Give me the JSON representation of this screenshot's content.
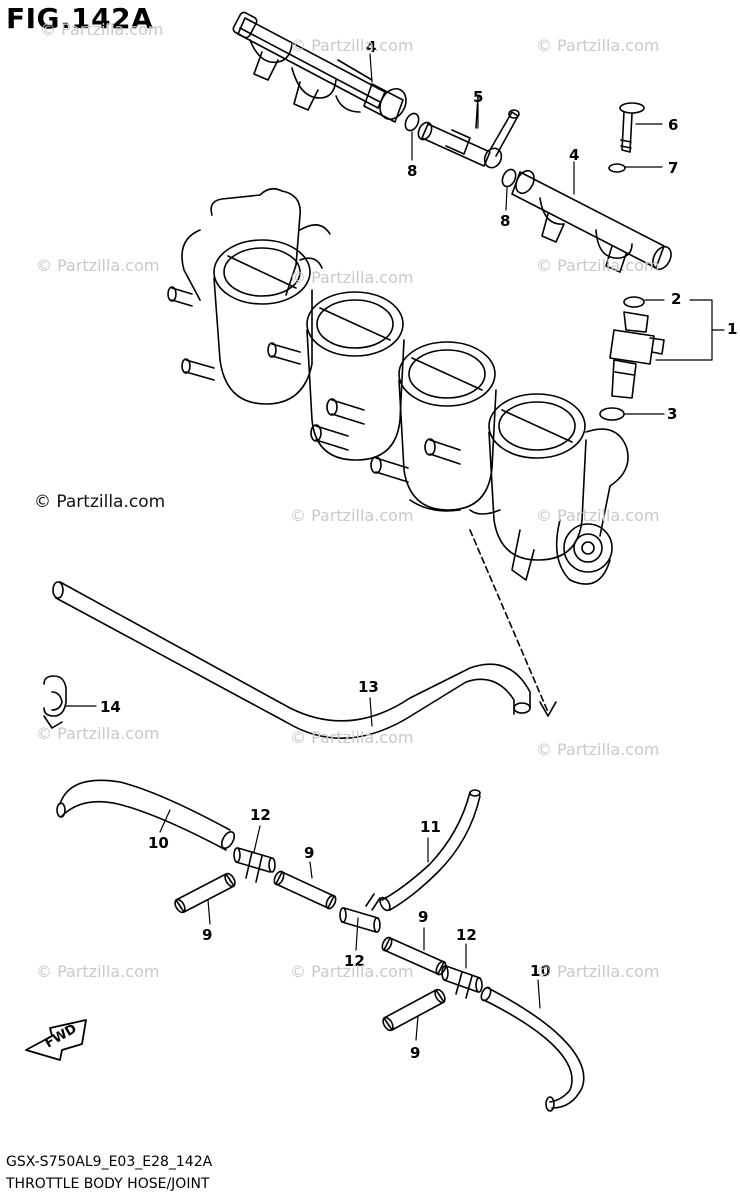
{
  "figure": {
    "title": "FIG.142A"
  },
  "footer": {
    "code": "GSX-S750AL9_E03_E28_142A",
    "title": "THROTTLE BODY HOSE/JOINT"
  },
  "watermark": {
    "text": "© Partzilla.com",
    "color": "#c9c9c9"
  },
  "fwd": {
    "label": "FWD"
  },
  "callouts": [
    {
      "id": "c4a",
      "label": "4"
    },
    {
      "id": "c5",
      "label": "5"
    },
    {
      "id": "c6",
      "label": "6"
    },
    {
      "id": "c8a",
      "label": "8"
    },
    {
      "id": "c4b",
      "label": "4"
    },
    {
      "id": "c7",
      "label": "7"
    },
    {
      "id": "c8b",
      "label": "8"
    },
    {
      "id": "c2",
      "label": "2"
    },
    {
      "id": "c1",
      "label": "1"
    },
    {
      "id": "c3",
      "label": "3"
    },
    {
      "id": "c13",
      "label": "13"
    },
    {
      "id": "c14",
      "label": "14"
    },
    {
      "id": "c12a",
      "label": "12"
    },
    {
      "id": "c10a",
      "label": "10"
    },
    {
      "id": "c11",
      "label": "11"
    },
    {
      "id": "c9a",
      "label": "9"
    },
    {
      "id": "c9b",
      "label": "9"
    },
    {
      "id": "c12b",
      "label": "12"
    },
    {
      "id": "c9c",
      "label": "9"
    },
    {
      "id": "c12c",
      "label": "12"
    },
    {
      "id": "c10b",
      "label": "10"
    },
    {
      "id": "c9d",
      "label": "9"
    }
  ]
}
